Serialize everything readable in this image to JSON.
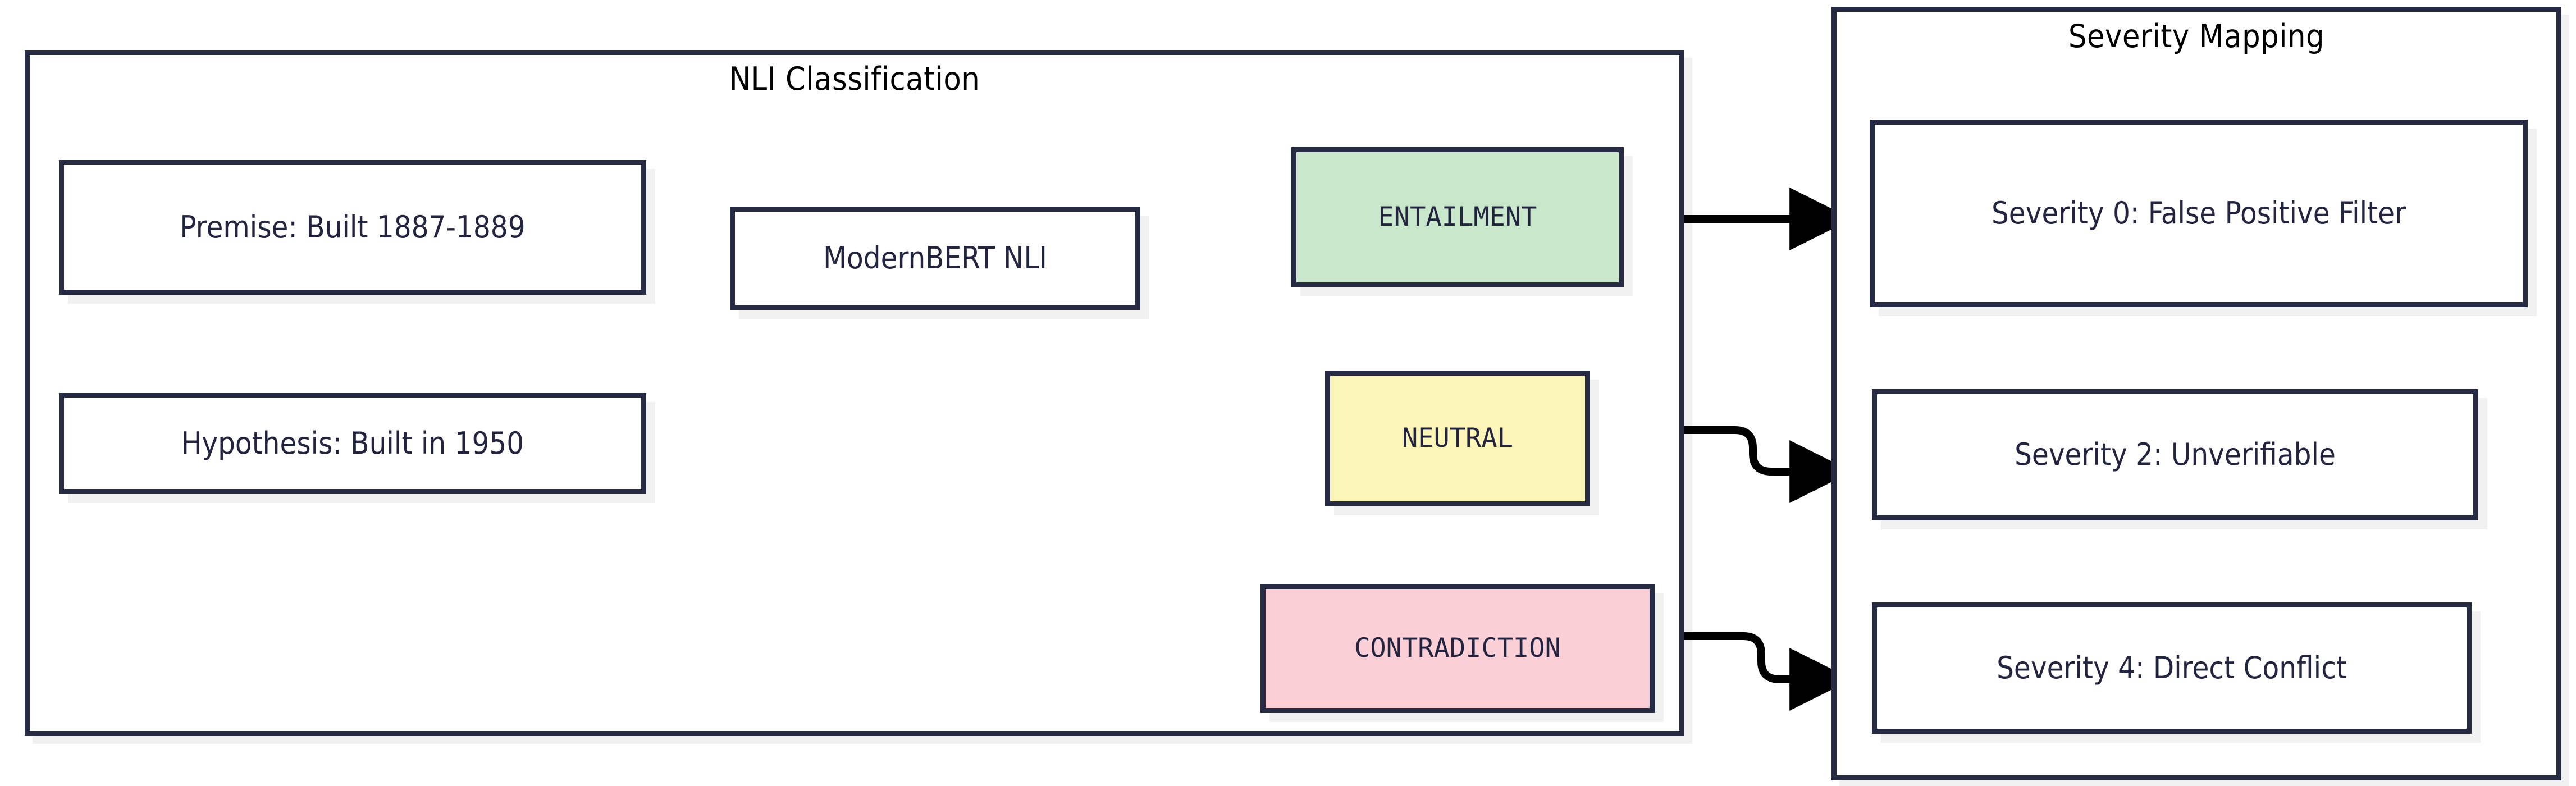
{
  "diagram": {
    "title": "NLI Classification and Severity Mapping flowchart",
    "type": "flowchart",
    "direction": "left-to-right",
    "colors": {
      "border": "#272a43",
      "text": "#232440",
      "entailment_fill": "#c9e7cb",
      "neutral_fill": "#fbf5b7",
      "contradiction_fill": "#fbcfd6",
      "node_fill": "#ffffff",
      "edge": "#000000",
      "shadow": "rgba(0,0,0,0.055)",
      "background": "#ffffff"
    }
  },
  "clusters": [
    {
      "id": "nli",
      "label": "NLI Classification"
    },
    {
      "id": "severity",
      "label": "Severity Mapping"
    }
  ],
  "nodes": {
    "premise": {
      "label": "Premise: Built 1887-1889",
      "style": "plain"
    },
    "hypothesis": {
      "label": "Hypothesis: Built in 1950",
      "style": "plain"
    },
    "model": {
      "label": "ModernBERT NLI",
      "style": "plain"
    },
    "entailment": {
      "label": "ENTAILMENT",
      "style": "green"
    },
    "neutral": {
      "label": "NEUTRAL",
      "style": "yellow"
    },
    "contradiction": {
      "label": "CONTRADICTION",
      "style": "pink"
    },
    "severity0": {
      "label": "Severity 0: False Positive Filter",
      "style": "plain"
    },
    "severity2": {
      "label": "Severity 2: Unverifiable",
      "style": "plain"
    },
    "severity4": {
      "label": "Severity 4: Direct Conflict",
      "style": "plain"
    }
  },
  "edges": [
    {
      "from": "premise",
      "to": "model",
      "label": ""
    },
    {
      "from": "hypothesis",
      "to": "model",
      "label": ""
    },
    {
      "from": "model",
      "to": "entailment",
      "label": ""
    },
    {
      "from": "model",
      "to": "neutral",
      "label": ""
    },
    {
      "from": "model",
      "to": "contradiction",
      "label": ""
    },
    {
      "from": "entailment",
      "to": "severity0",
      "label": ""
    },
    {
      "from": "neutral",
      "to": "severity2",
      "label": ""
    },
    {
      "from": "contradiction",
      "to": "severity4",
      "label": ""
    }
  ]
}
